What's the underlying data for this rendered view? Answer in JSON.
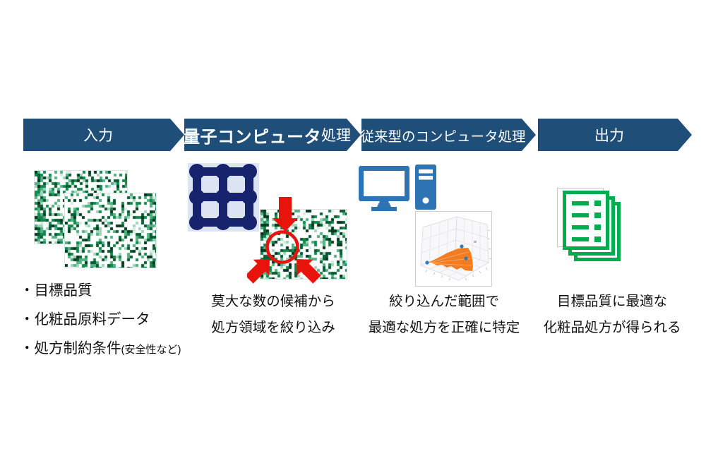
{
  "diagram": {
    "steps": [
      {
        "name": "input",
        "header": {
          "bold": "",
          "text": "入力"
        },
        "bullets": [
          {
            "text": "・目標品質",
            "note": ""
          },
          {
            "text": "・化粧品原料データ",
            "note": ""
          },
          {
            "text": "・処方制約条件",
            "note": "(安全性など)"
          }
        ],
        "icons": [
          "ingredient-heatmap-image",
          "ingredient-heatmap-image-2"
        ]
      },
      {
        "name": "quantum-processing",
        "header": {
          "bold": "量子コンピュータ",
          "text": "処理"
        },
        "caption": {
          "line1": "莫大な数の候補から",
          "line2": "処方領域を絞り込み"
        },
        "icons": [
          "qubit-lattice-icon",
          "heatmap-focus-annotation-image"
        ]
      },
      {
        "name": "classical-processing",
        "header": {
          "bold": "",
          "text": "従来型のコンピュータ処理"
        },
        "caption": {
          "line1": "絞り込んだ範囲で",
          "line2": "最適な処方を正確に特定"
        },
        "icons": [
          "desktop-computer-icon",
          "3d-optimization-plot-image"
        ]
      },
      {
        "name": "output",
        "header": {
          "bold": "",
          "text": "出力"
        },
        "caption": {
          "line1": "目標品質に最適な",
          "line2": "化粧品処方が得られる"
        },
        "icons": [
          "stacked-documents-icon"
        ]
      }
    ],
    "colors": {
      "arrow_bg": "#1f4e79",
      "arrow_text": "#ffffff",
      "qubit_navy": "#17246d",
      "qubit_bg": "#dce3f2",
      "computer_blue": "#2e74b5",
      "document_green": "#00ac4e",
      "annotation_red": "#e8140c",
      "heatmap_dark_green": "#06381f",
      "plot_orange": "#f47c20",
      "plot_dot_blue": "#2f7bbf"
    }
  }
}
